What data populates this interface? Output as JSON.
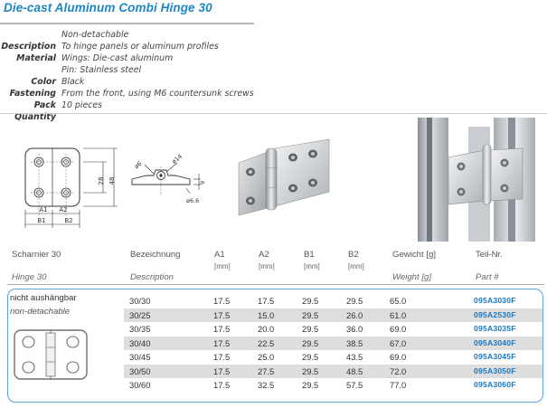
{
  "title": "Die-cast Aluminum Combi Hinge 30",
  "specs": [
    {
      "label": "",
      "value": "Non-detachable"
    },
    {
      "label": "Description",
      "value": "To hinge panels or aluminum profiles"
    },
    {
      "label": "Material",
      "value": "Wings: Die-cast aluminum"
    },
    {
      "label": "",
      "value": "Pin: Stainless steel"
    },
    {
      "label": "Color",
      "value": "Black"
    },
    {
      "label": "Fastening",
      "value": "From the front, using M6 countersunk screws"
    },
    {
      "label": "Pack Quantity",
      "value": "10 pieces"
    }
  ],
  "drawing": {
    "dims_front": [
      "28",
      "48",
      "A1",
      "A2",
      "B1",
      "B2"
    ],
    "dims_side": [
      "ø6",
      "ø14",
      "9",
      "ø6.6"
    ]
  },
  "table": {
    "headers_de": [
      "Scharnier 30",
      "Bezeichnung",
      "A1",
      "A2",
      "B1",
      "B2",
      "Gewicht [g]",
      "Teil-Nr."
    ],
    "units": [
      "[mm]",
      "[mm]",
      "[mm]",
      "[mm]"
    ],
    "headers_en": [
      "Hinge 30",
      "Description",
      "Weight [g]",
      "Part #"
    ],
    "type_de": "nicht aushängbar",
    "type_en": "non-detachable",
    "rows": [
      {
        "desc": "30/30",
        "a1": "17.5",
        "a2": "17.5",
        "b1": "29.5",
        "b2": "29.5",
        "weight": "65.0",
        "part": "095A3030F"
      },
      {
        "desc": "30/25",
        "a1": "17.5",
        "a2": "15.0",
        "b1": "29.5",
        "b2": "26.0",
        "weight": "61.0",
        "part": "095A2530F"
      },
      {
        "desc": "30/35",
        "a1": "17.5",
        "a2": "20.0",
        "b1": "29.5",
        "b2": "36.0",
        "weight": "69.0",
        "part": "095A3035F"
      },
      {
        "desc": "30/40",
        "a1": "17.5",
        "a2": "22.5",
        "b1": "29.5",
        "b2": "38.5",
        "weight": "67.0",
        "part": "095A3040F"
      },
      {
        "desc": "30/45",
        "a1": "17.5",
        "a2": "25.0",
        "b1": "29.5",
        "b2": "43.5",
        "weight": "69.0",
        "part": "095A3045F"
      },
      {
        "desc": "30/50",
        "a1": "17.5",
        "a2": "27.5",
        "b1": "29.5",
        "b2": "48.5",
        "weight": "72.0",
        "part": "095A3050F"
      },
      {
        "desc": "30/60",
        "a1": "17.5",
        "a2": "32.5",
        "b1": "29.5",
        "b2": "57.5",
        "weight": "77.0",
        "part": "095A3060F"
      }
    ]
  }
}
